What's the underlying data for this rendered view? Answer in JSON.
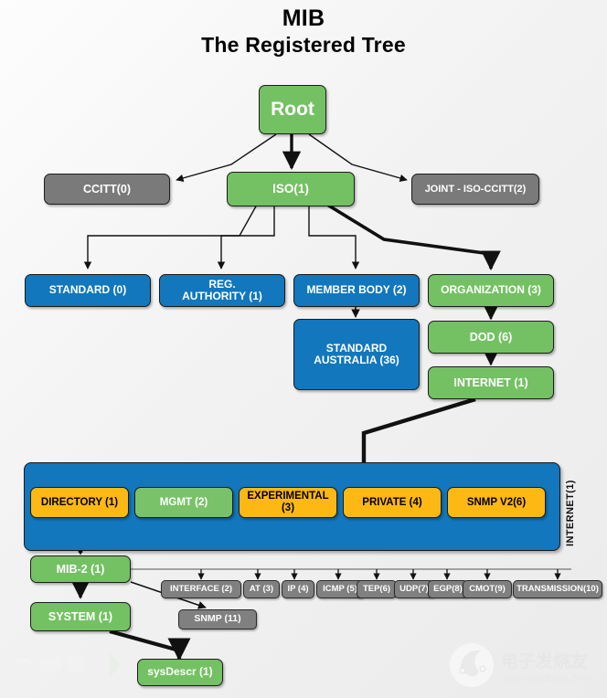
{
  "title": {
    "line1": "MIB",
    "line2": "The Registered Tree"
  },
  "colors": {
    "green": "#74c163",
    "gray": "#7a7a7a",
    "blue": "#1277bc",
    "orange": "#fdb813",
    "small_gray": "#808080",
    "background": "#f2f2f2",
    "edge": "#111111"
  },
  "tree": {
    "root": {
      "label": "Root"
    },
    "level1": [
      {
        "label": "CCITT(0)"
      },
      {
        "label": "ISO(1)"
      },
      {
        "label": "JOINT - ISO-CCITT(2)"
      }
    ],
    "level2": [
      {
        "label": "STANDARD (0)"
      },
      {
        "label": "REG.\nAUTHORITY (1)"
      },
      {
        "label": "MEMBER BODY (2)"
      },
      {
        "label": "ORGANIZATION (3)"
      }
    ],
    "member_body_child": {
      "label": "STANDARD\nAUSTRALIA (36)"
    },
    "organization_chain": [
      {
        "label": "DOD (6)"
      },
      {
        "label": "INTERNET (1)"
      }
    ],
    "internet_panel": {
      "side_label": "INTERNET(1)",
      "children": [
        {
          "label": "DIRECTORY (1)"
        },
        {
          "label": "MGMT (2)"
        },
        {
          "label": "EXPERIMENTAL (3)"
        },
        {
          "label": "PRIVATE (4)"
        },
        {
          "label": "SNMP V2(6)"
        }
      ]
    },
    "mgmt_child": {
      "label": "MIB-2 (1)"
    },
    "mib2_children": [
      {
        "label": "INTERFACE (2)"
      },
      {
        "label": "AT (3)"
      },
      {
        "label": "IP (4)"
      },
      {
        "label": "ICMP (5)"
      },
      {
        "label": "TEP(6)"
      },
      {
        "label": "UDP(7)"
      },
      {
        "label": "EGP(8)"
      },
      {
        "label": "CMOT(9)"
      },
      {
        "label": "TRANSMISSION(10)"
      }
    ],
    "snmp_node": {
      "label": "SNMP (11)"
    },
    "system_node": {
      "label": "SYSTEM (1)"
    },
    "sysdescr_node": {
      "label": "sysDescr (1)"
    }
  },
  "watermark": {
    "text_cn": "电子发烧友",
    "url": "www.elecfans.com"
  }
}
